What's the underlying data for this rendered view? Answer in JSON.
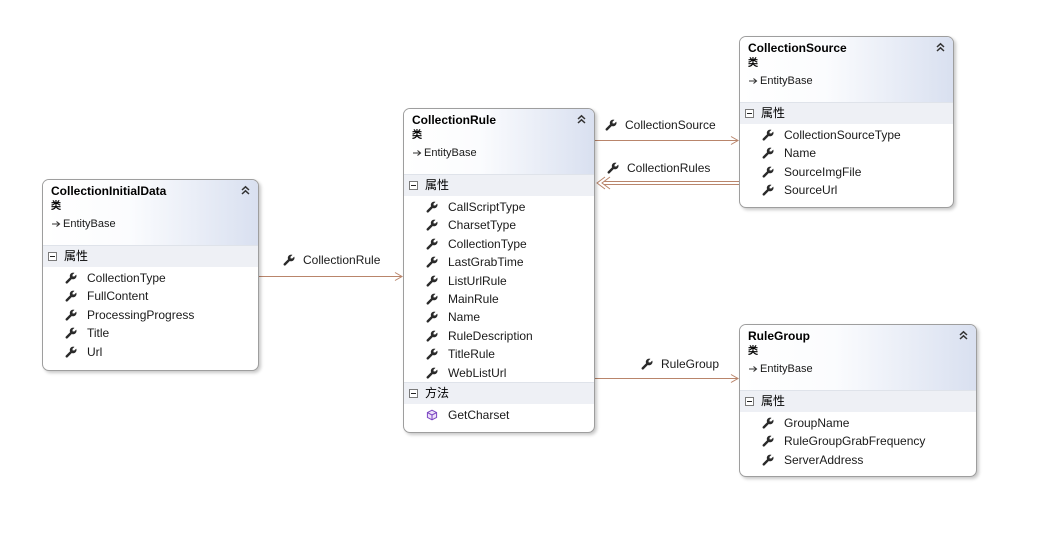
{
  "classes": [
    {
      "name": "CollectionInitialData",
      "kind": "类",
      "base": "EntityBase",
      "sections": [
        {
          "title": "属性",
          "members": [
            "CollectionType",
            "FullContent",
            "ProcessingProgress",
            "Title",
            "Url"
          ]
        }
      ]
    },
    {
      "name": "CollectionRule",
      "kind": "类",
      "base": "EntityBase",
      "sections": [
        {
          "title": "属性",
          "members": [
            "CallScriptType",
            "CharsetType",
            "CollectionType",
            "LastGrabTime",
            "ListUrlRule",
            "MainRule",
            "Name",
            "RuleDescription",
            "TitleRule",
            "WebListUrl"
          ]
        },
        {
          "title": "方法",
          "members": [
            "GetCharset"
          ]
        }
      ]
    },
    {
      "name": "CollectionSource",
      "kind": "类",
      "base": "EntityBase",
      "sections": [
        {
          "title": "属性",
          "members": [
            "CollectionSourceType",
            "Name",
            "SourceImgFile",
            "SourceUrl"
          ]
        }
      ]
    },
    {
      "name": "RuleGroup",
      "kind": "类",
      "base": "EntityBase",
      "sections": [
        {
          "title": "属性",
          "members": [
            "GroupName",
            "RuleGroupGrabFrequency",
            "ServerAddress"
          ]
        }
      ]
    }
  ],
  "associations": [
    {
      "label": "CollectionRule"
    },
    {
      "label": "CollectionSource"
    },
    {
      "label": "CollectionRules"
    },
    {
      "label": "RuleGroup"
    }
  ],
  "icons": {
    "property": "wrench-icon",
    "method": "method-cube-icon",
    "base": "inheritance-arrow-icon",
    "collapse": "double-chevron-up-icon",
    "section": "minus-box-icon"
  },
  "colors": {
    "association_line": "#b9856b",
    "class_border": "#9e9e9e",
    "header_gradient_end": "#d9e0f0",
    "section_band": "#eef0f5"
  }
}
